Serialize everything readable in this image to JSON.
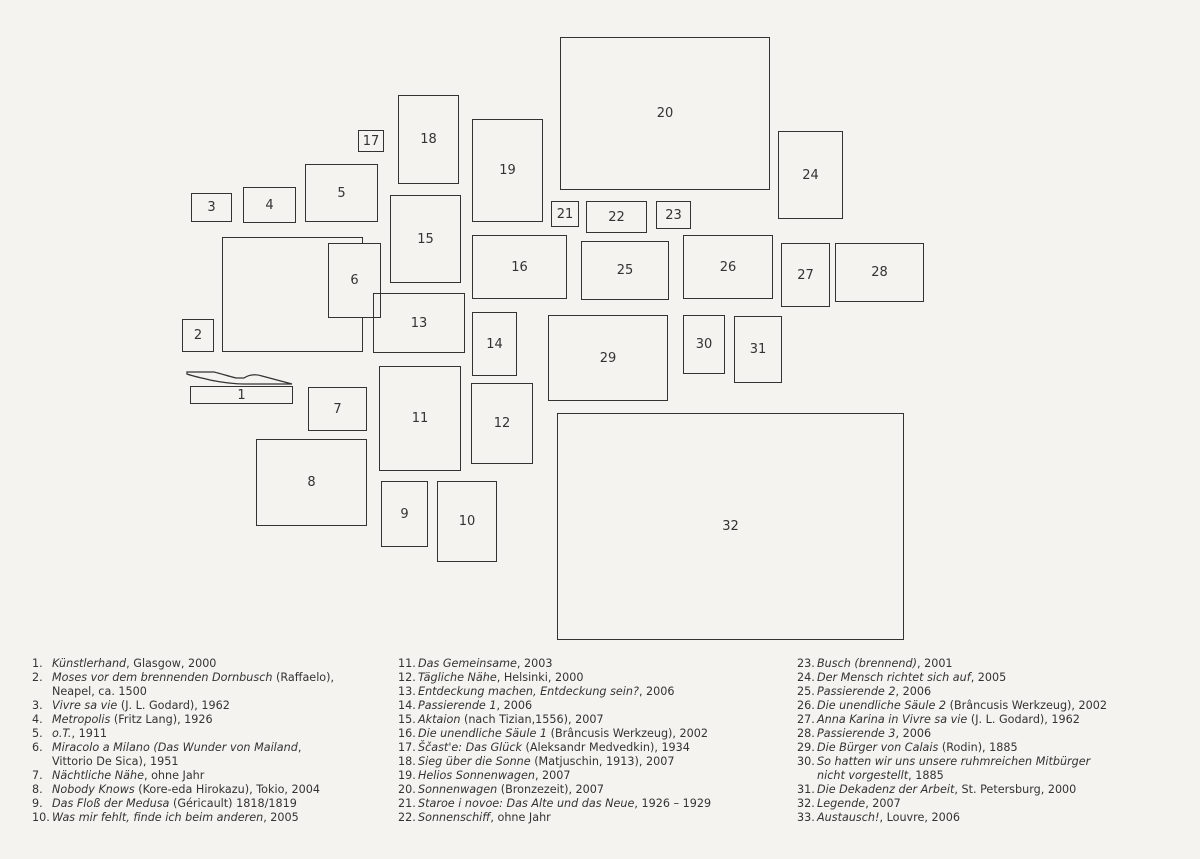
{
  "boxes": [
    {
      "label": "1"
    },
    {
      "label": "2"
    },
    {
      "label": "3"
    },
    {
      "label": "4"
    },
    {
      "label": "5"
    },
    {
      "label": "6"
    },
    {
      "label": "7"
    },
    {
      "label": "8"
    },
    {
      "label": "9"
    },
    {
      "label": "10"
    },
    {
      "label": "11"
    },
    {
      "label": "12"
    },
    {
      "label": "13"
    },
    {
      "label": "14"
    },
    {
      "label": "15"
    },
    {
      "label": "16"
    },
    {
      "label": "17"
    },
    {
      "label": "18"
    },
    {
      "label": "19"
    },
    {
      "label": "20"
    },
    {
      "label": "21"
    },
    {
      "label": "22"
    },
    {
      "label": "23"
    },
    {
      "label": "24"
    },
    {
      "label": "25"
    },
    {
      "label": "26"
    },
    {
      "label": "27"
    },
    {
      "label": "28"
    },
    {
      "label": "29"
    },
    {
      "label": "30"
    },
    {
      "label": "31"
    },
    {
      "label": "32"
    }
  ],
  "legend": [
    {
      "num": "1.",
      "parts": [
        {
          "t": "Künstlerhand",
          "i": true
        },
        {
          "t": ", Glasgow, 2000"
        }
      ]
    },
    {
      "num": "2.",
      "parts": [
        {
          "t": "Moses vor dem brennenden Dornbusch",
          "i": true
        },
        {
          "t": " (Raffaelo),\nNeapel, ca. 1500"
        }
      ]
    },
    {
      "num": "3.",
      "parts": [
        {
          "t": "Vivre sa vie",
          "i": true
        },
        {
          "t": " (J. L. Godard), 1962"
        }
      ]
    },
    {
      "num": "4.",
      "parts": [
        {
          "t": "Metropolis",
          "i": true
        },
        {
          "t": " (Fritz Lang), 1926"
        }
      ]
    },
    {
      "num": "5.",
      "parts": [
        {
          "t": "o.T.",
          "i": true
        },
        {
          "t": ", 1911"
        }
      ]
    },
    {
      "num": "6.",
      "parts": [
        {
          "t": "Miracolo a Milano (Das Wunder von Mailand",
          "i": true
        },
        {
          "t": ",\nVittorio De Sica), 1951"
        }
      ]
    },
    {
      "num": "7.",
      "parts": [
        {
          "t": "Nächtliche Nähe",
          "i": true
        },
        {
          "t": ", ohne Jahr"
        }
      ]
    },
    {
      "num": "8.",
      "parts": [
        {
          "t": "Nobody Knows",
          "i": true
        },
        {
          "t": " (Kore-eda Hirokazu), Tokio, 2004"
        }
      ]
    },
    {
      "num": "9.",
      "parts": [
        {
          "t": "Das Floß der Medusa",
          "i": true
        },
        {
          "t": " (Géricault) 1818/1819"
        }
      ]
    },
    {
      "num": "10.",
      "parts": [
        {
          "t": "Was mir fehlt, finde ich beim anderen",
          "i": true
        },
        {
          "t": ", 2005"
        }
      ]
    },
    {
      "num": "11.",
      "parts": [
        {
          "t": "Das Gemeinsame",
          "i": true
        },
        {
          "t": ", 2003"
        }
      ]
    },
    {
      "num": "12.",
      "parts": [
        {
          "t": "Tägliche Nähe",
          "i": true
        },
        {
          "t": ", Helsinki, 2000"
        }
      ]
    },
    {
      "num": "13.",
      "parts": [
        {
          "t": "Entdeckung machen, Entdeckung sein?",
          "i": true
        },
        {
          "t": ", 2006"
        }
      ]
    },
    {
      "num": "14.",
      "parts": [
        {
          "t": "Passierende 1",
          "i": true
        },
        {
          "t": ", 2006"
        }
      ]
    },
    {
      "num": "15.",
      "parts": [
        {
          "t": "Aktaion",
          "i": true
        },
        {
          "t": " (nach Tizian,1556), 2007"
        }
      ]
    },
    {
      "num": "16.",
      "parts": [
        {
          "t": "Die unendliche Säule 1",
          "i": true
        },
        {
          "t": " (Brâncusis Werkzeug), 2002"
        }
      ]
    },
    {
      "num": "17.",
      "parts": [
        {
          "t": "Ščast'e: Das Glück",
          "i": true
        },
        {
          "t": " (Aleksandr Medvedkin), 1934"
        }
      ]
    },
    {
      "num": "18.",
      "parts": [
        {
          "t": "Sieg über die Sonne",
          "i": true
        },
        {
          "t": " (Matjuschin, 1913), 2007"
        }
      ]
    },
    {
      "num": "19.",
      "parts": [
        {
          "t": "Helios Sonnenwagen",
          "i": true
        },
        {
          "t": ", 2007"
        }
      ]
    },
    {
      "num": "20.",
      "parts": [
        {
          "t": "Sonnenwagen",
          "i": true
        },
        {
          "t": " (Bronzezeit), 2007"
        }
      ]
    },
    {
      "num": "21.",
      "parts": [
        {
          "t": "Staroe i novoe: Das Alte und das Neue",
          "i": true
        },
        {
          "t": ", 1926 – 1929"
        }
      ]
    },
    {
      "num": "22.",
      "parts": [
        {
          "t": "Sonnenschiff",
          "i": true
        },
        {
          "t": ", ohne Jahr"
        }
      ]
    },
    {
      "num": "23.",
      "parts": [
        {
          "t": "Busch (brennend)",
          "i": true
        },
        {
          "t": ", 2001"
        }
      ]
    },
    {
      "num": "24.",
      "parts": [
        {
          "t": "Der Mensch richtet sich auf",
          "i": true
        },
        {
          "t": ", 2005"
        }
      ]
    },
    {
      "num": "25.",
      "parts": [
        {
          "t": "Passierende 2",
          "i": true
        },
        {
          "t": ", 2006"
        }
      ]
    },
    {
      "num": "26.",
      "parts": [
        {
          "t": "Die unendliche Säule 2",
          "i": true
        },
        {
          "t": " (Brâncusis Werkzeug), 2002"
        }
      ]
    },
    {
      "num": "27.",
      "parts": [
        {
          "t": "Anna Karina in Vivre sa vie",
          "i": true
        },
        {
          "t": " (J. L. Godard), 1962"
        }
      ]
    },
    {
      "num": "28.",
      "parts": [
        {
          "t": "Passierende 3",
          "i": true
        },
        {
          "t": ", 2006"
        }
      ]
    },
    {
      "num": "29.",
      "parts": [
        {
          "t": "Die Bürger von Calais",
          "i": true
        },
        {
          "t": " (Rodin), 1885"
        }
      ]
    },
    {
      "num": "30.",
      "parts": [
        {
          "t": "So hatten wir uns unsere ruhmreichen Mitbürger\nnicht vorgestellt",
          "i": true
        },
        {
          "t": ", 1885"
        }
      ]
    },
    {
      "num": "31.",
      "parts": [
        {
          "t": "Die Dekadenz der Arbeit",
          "i": true
        },
        {
          "t": ", St. Petersburg, 2000"
        }
      ]
    },
    {
      "num": "32.",
      "parts": [
        {
          "t": "Legende",
          "i": true
        },
        {
          "t": ", 2007"
        }
      ]
    },
    {
      "num": "33.",
      "parts": [
        {
          "t": "Austausch!",
          "i": true
        },
        {
          "t": ", Louvre, 2006"
        }
      ]
    }
  ]
}
